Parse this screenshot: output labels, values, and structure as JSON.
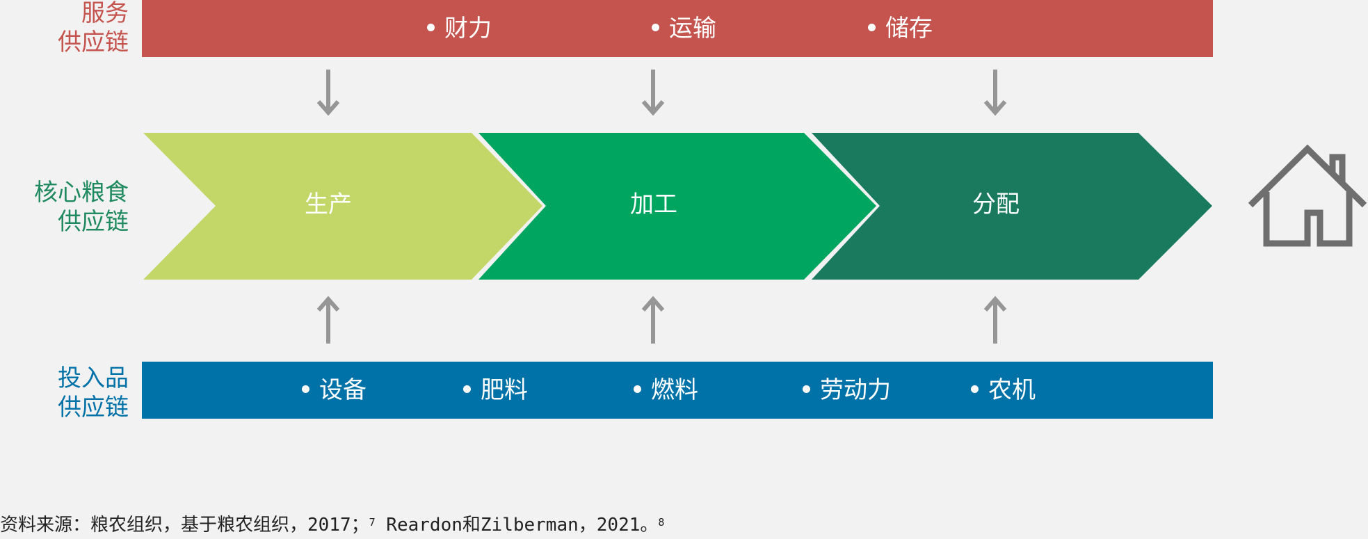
{
  "colors": {
    "service": "#c5534e",
    "core_label": "#1f8a5f",
    "input": "#0072a8",
    "production": "#c3d768",
    "processing": "#00a660",
    "distribution": "#1a7a5e",
    "arrow": "#969696",
    "house": "#6e6e6e"
  },
  "service_chain": {
    "label_lines": [
      "服务",
      "供应链"
    ],
    "items": [
      "财力",
      "运输",
      "储存"
    ]
  },
  "core_chain": {
    "label_lines": [
      "核心粮食",
      "供应链"
    ],
    "stages": [
      "生产",
      "加工",
      "分配"
    ]
  },
  "input_chain": {
    "label_lines": [
      "投入品",
      "供应链"
    ],
    "items": [
      "设备",
      "肥料",
      "燃料",
      "劳动力",
      "农机"
    ]
  },
  "house_icon": "house-icon",
  "source": {
    "text_a": "资料来源：粮农组织，基于粮农组织，2017；",
    "ref_a": "7",
    "text_b": " Reardon和Zilberman，2021。",
    "ref_b": "8"
  }
}
